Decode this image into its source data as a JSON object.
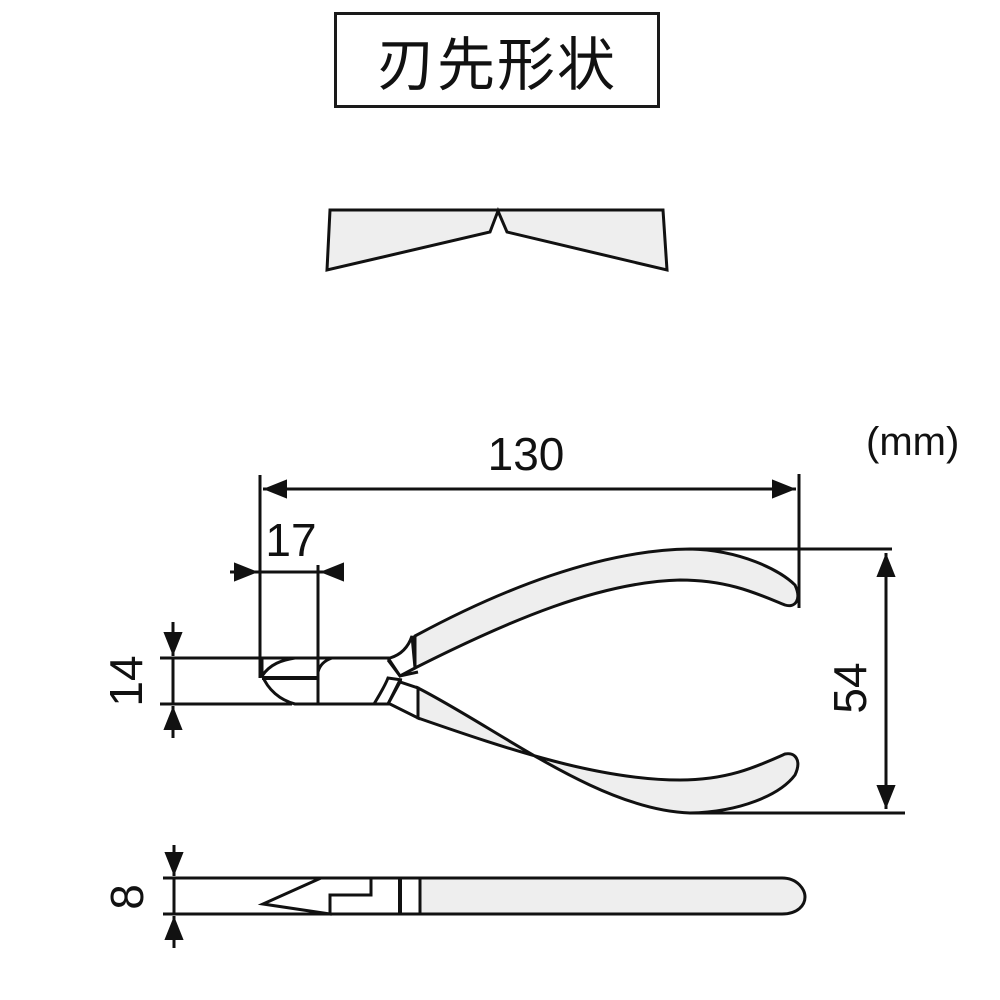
{
  "title": "刃先形状",
  "unit": "(mm)",
  "dimensions": {
    "overall_length": "130",
    "jaw_length": "17",
    "head_width": "14",
    "handle_spread": "54",
    "thickness": "8"
  },
  "views": {
    "blade_profile": "blade-cross-section",
    "top_view": "plier-top-view",
    "side_view": "plier-side-view"
  },
  "colors": {
    "line": "#111111",
    "fill": "#eeeeee",
    "background": "#ffffff"
  }
}
